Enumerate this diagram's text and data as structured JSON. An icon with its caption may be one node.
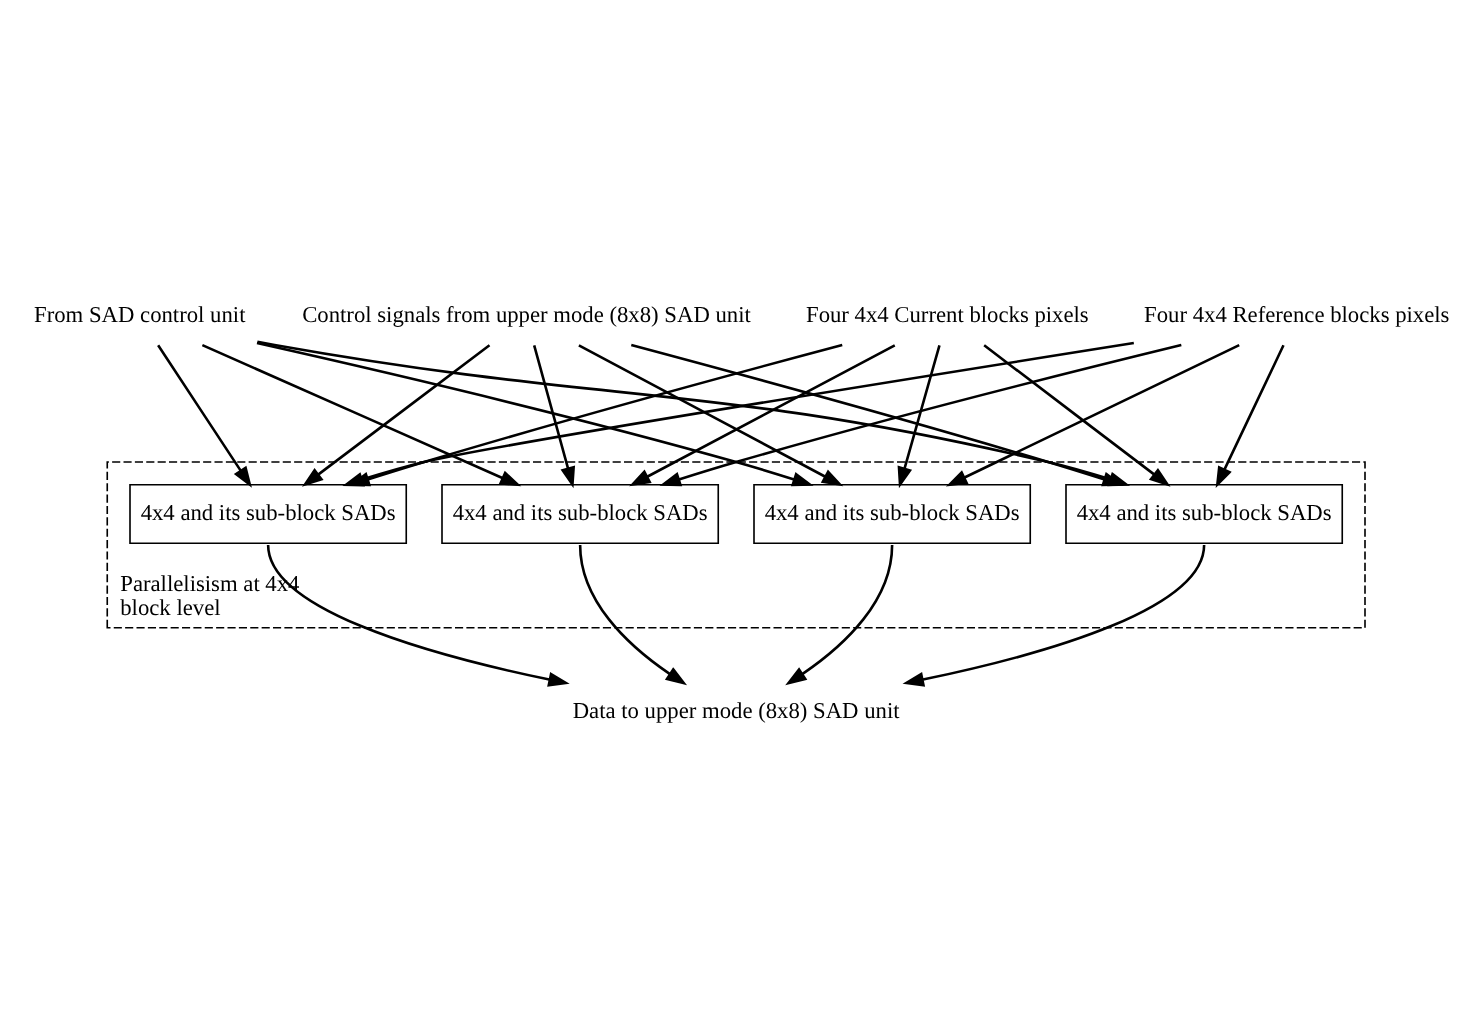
{
  "diagram": {
    "nodes": [
      {
        "text": [
          "Parallelisism at 4x4 block level"
        ]
      },
      {
        "text": [
          "From SAD control unit"
        ]
      },
      {
        "text": [
          "Control signals from upper mode (8x8) SAD unit"
        ]
      },
      {
        "text": [
          "Data to upper mode (8x8) SAD unit"
        ]
      },
      {
        "text": [
          "4x4 and its sub-block SADs"
        ],
        "in": 0
      },
      {
        "text": [
          "4x4 and its sub-block SADs"
        ],
        "in": 0
      },
      {
        "text": [
          "4x4 and its sub-block SADs"
        ],
        "in": 0
      },
      {
        "text": [
          "4x4 and its sub-block SADs"
        ],
        "in": 0
      },
      {
        "text": [
          "Four 4x4 Current blocks pixels"
        ]
      },
      {
        "text": [
          "Four 4x4 Reference blocks pixels"
        ]
      }
    ],
    "edges": [
      {
        "from": 1,
        "to": 4,
        "arrow": "to"
      },
      {
        "from": 1,
        "to": 5,
        "arrow": "to"
      },
      {
        "from": 1,
        "to": 6,
        "arrow": "to"
      },
      {
        "from": 1,
        "to": 7,
        "arrow": "to"
      },
      {
        "from": 2,
        "to": 4,
        "arrow": "to"
      },
      {
        "from": 2,
        "to": 5,
        "arrow": "to"
      },
      {
        "from": 2,
        "to": 6,
        "arrow": "to"
      },
      {
        "from": 2,
        "to": 7,
        "arrow": "to"
      },
      {
        "from": 4,
        "to": 3,
        "arrow": "to"
      },
      {
        "from": 5,
        "to": 3,
        "arrow": "to"
      },
      {
        "from": 6,
        "to": 3,
        "arrow": "to"
      },
      {
        "from": 7,
        "to": 3,
        "arrow": "to"
      },
      {
        "from": 8,
        "to": 4,
        "arrow": "to"
      },
      {
        "from": 8,
        "to": 5,
        "arrow": "to"
      },
      {
        "from": 8,
        "to": 6,
        "arrow": "to"
      },
      {
        "from": 8,
        "to": 7,
        "arrow": "to"
      },
      {
        "from": 9,
        "to": 4,
        "arrow": "to"
      },
      {
        "from": 9,
        "to": 5,
        "arrow": "to"
      },
      {
        "from": 9,
        "to": 6,
        "arrow": "to"
      },
      {
        "from": 9,
        "to": 7,
        "arrow": "to"
      }
    ]
  }
}
